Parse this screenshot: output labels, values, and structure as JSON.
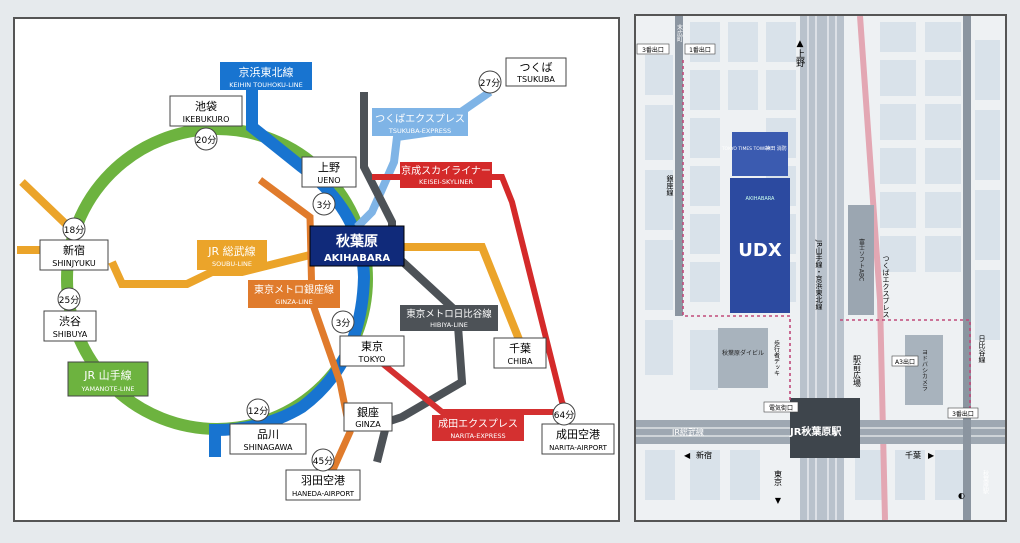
{
  "colors": {
    "yamanote": "#6db33f",
    "keihin": "#1874d0",
    "tsukuba": "#7fb4e6",
    "sobu": "#eba42a",
    "ginza": "#e07b2c",
    "keisei": "#d42a2a",
    "hibiya": "#4d5257",
    "narita_express": "#d43030",
    "akihabara_box": "#102a7a",
    "udx": "#2c4aa0"
  },
  "lines": {
    "keihin": {
      "ja": "京浜東北線",
      "en": "KEIHIN TOUHOKU-LINE"
    },
    "tsukuba": {
      "ja": "つくばエクスプレス",
      "en": "TSUKUBA-EXPRESS"
    },
    "keisei": {
      "ja": "京成スカイライナー",
      "en": "KEISEI-SKYLINER"
    },
    "sobu": {
      "ja": "JR 総武線",
      "en": "SOUBU-LINE"
    },
    "ginza": {
      "ja": "東京メトロ銀座線",
      "en": "GINZA-LINE"
    },
    "hibiya": {
      "ja": "東京メトロ日比谷線",
      "en": "HIBIYA-LINE"
    },
    "yamanote": {
      "ja": "JR 山手線",
      "en": "YAMANOTE-LINE"
    },
    "narita": {
      "ja": "成田エクスプレス",
      "en": "NARITA-EXPRESS"
    }
  },
  "stations": {
    "akihabara": {
      "ja": "秋葉原",
      "en": "AKIHABARA"
    },
    "ikebukuro": {
      "ja": "池袋",
      "en": "IKEBUKURO"
    },
    "ueno": {
      "ja": "上野",
      "en": "UENO"
    },
    "tsukuba": {
      "ja": "つくば",
      "en": "TSUKUBA"
    },
    "shinjuku": {
      "ja": "新宿",
      "en": "SHINJYUKU"
    },
    "shibuya": {
      "ja": "渋谷",
      "en": "SHIBUYA"
    },
    "tokyo": {
      "ja": "東京",
      "en": "TOKYO"
    },
    "chiba": {
      "ja": "千葉",
      "en": "CHIBA"
    },
    "ginza": {
      "ja": "銀座",
      "en": "GINZA"
    },
    "shinagawa": {
      "ja": "品川",
      "en": "SHINAGAWA"
    },
    "haneda": {
      "ja": "羽田空港",
      "en": "HANEDA-AIRPORT"
    },
    "narita": {
      "ja": "成田空港",
      "en": "NARITA-AIRPORT"
    }
  },
  "times": {
    "ikebukuro": "20分",
    "tsukuba": "27分",
    "ueno": "3分",
    "shinjuku": "18分",
    "shibuya": "25分",
    "tokyo": "3分",
    "shinagawa": "12分",
    "haneda": "45分",
    "narita": "64分"
  },
  "local_map": {
    "exit3_left": "3番出口",
    "exit1": "1番出口",
    "exit3_right": "3番出口",
    "ueno": "上野",
    "suehirocho": "末広町",
    "ginza_line": "銀座線",
    "tokyo_times_tower": "TOKYO TIMES TOWER",
    "kanda_ward": "神田 消防",
    "udx_small": "AKIHABARA",
    "udx": "UDX",
    "jr_line": "JR山手線・京浜東北線",
    "tsukuba_ex": "つくばエクスプレス",
    "fuji_soft": "富士ソフトABC",
    "akiba_dive": "秋葉原ダイビル",
    "walkway": "歩行者デッキ",
    "station_plaza": "駅前広場",
    "a3_exit": "A3出口",
    "yodobashi": "ヨドバシカメラ",
    "hibiya_line": "日比谷線",
    "electric_exit": "電気街口",
    "jr_sobu": "JR総武線",
    "station": "JR秋葉原駅",
    "shinjuku": "新宿",
    "chiba": "千葉",
    "tokyo": "東京",
    "akihabara_stn": "秋葉原駅"
  }
}
